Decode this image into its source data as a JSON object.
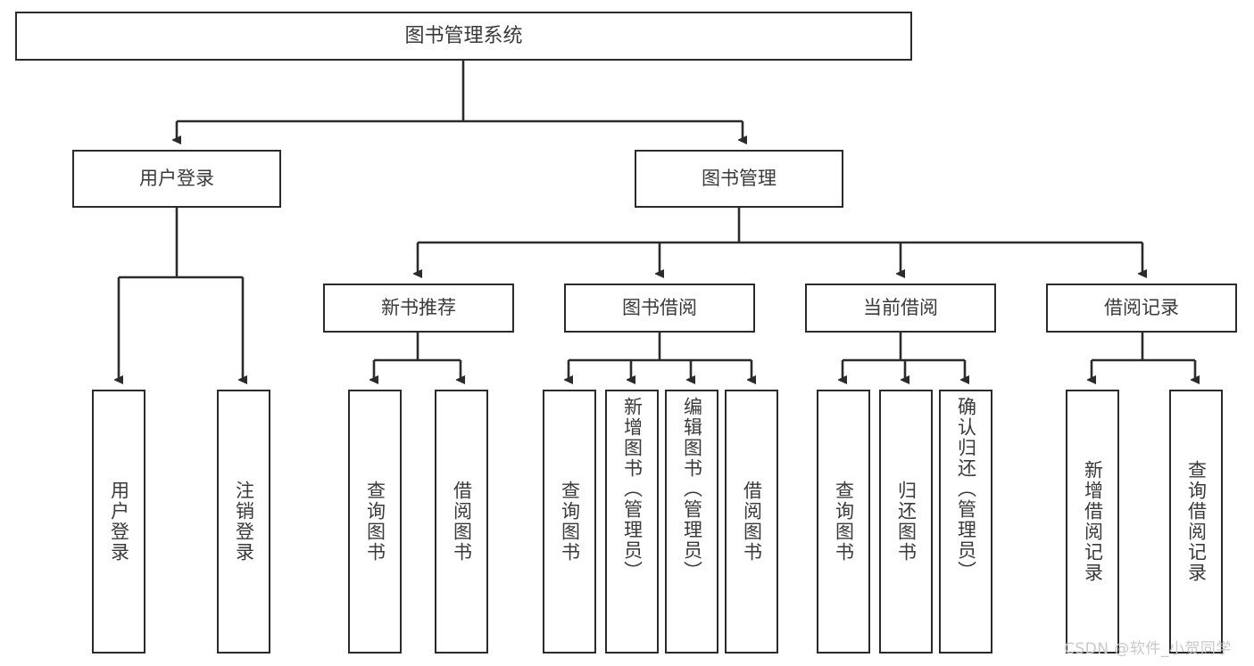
{
  "diagram": {
    "type": "tree-hierarchy",
    "title": "图书管理系统",
    "levels": {
      "root": {
        "label": "图书管理系统"
      },
      "level2": [
        {
          "id": "user-login",
          "label": "用户登录"
        },
        {
          "id": "book-management",
          "label": "图书管理"
        }
      ],
      "level3": [
        {
          "id": "new-book-recommend",
          "label": "新书推荐",
          "parent": "book-management"
        },
        {
          "id": "book-borrow",
          "label": "图书借阅",
          "parent": "book-management"
        },
        {
          "id": "current-borrow",
          "label": "当前借阅",
          "parent": "book-management"
        },
        {
          "id": "borrow-record",
          "label": "借阅记录",
          "parent": "book-management"
        }
      ],
      "leaves": [
        {
          "id": "leaf-user-login",
          "label": "用户登录",
          "parent": "user-login"
        },
        {
          "id": "leaf-logout",
          "label": "注销登录",
          "parent": "user-login"
        },
        {
          "id": "leaf-query-book-1",
          "label": "查询图书",
          "parent": "new-book-recommend"
        },
        {
          "id": "leaf-borrow-book-1",
          "label": "借阅图书",
          "parent": "new-book-recommend"
        },
        {
          "id": "leaf-query-book-2",
          "label": "查询图书",
          "parent": "book-borrow"
        },
        {
          "id": "leaf-add-book",
          "label": "新增图书（管理员）",
          "parent": "book-borrow"
        },
        {
          "id": "leaf-edit-book",
          "label": "编辑图书（管理员）",
          "parent": "book-borrow"
        },
        {
          "id": "leaf-borrow-book-2",
          "label": "借阅图书",
          "parent": "book-borrow"
        },
        {
          "id": "leaf-query-book-3",
          "label": "查询图书",
          "parent": "current-borrow"
        },
        {
          "id": "leaf-return-book",
          "label": "归还图书",
          "parent": "current-borrow"
        },
        {
          "id": "leaf-confirm-return",
          "label": "确认归还（管理员）",
          "parent": "current-borrow"
        },
        {
          "id": "leaf-add-record",
          "label": "新增借阅记录",
          "parent": "borrow-record"
        },
        {
          "id": "leaf-query-record",
          "label": "查询借阅记录",
          "parent": "borrow-record"
        }
      ]
    },
    "colors": {
      "stroke": "#2b2b2b",
      "text": "#3a3a3a",
      "background": "#ffffff",
      "watermark": "#c9c9c9"
    }
  },
  "watermark": {
    "text": "CSDN @软件_小贺同学"
  }
}
